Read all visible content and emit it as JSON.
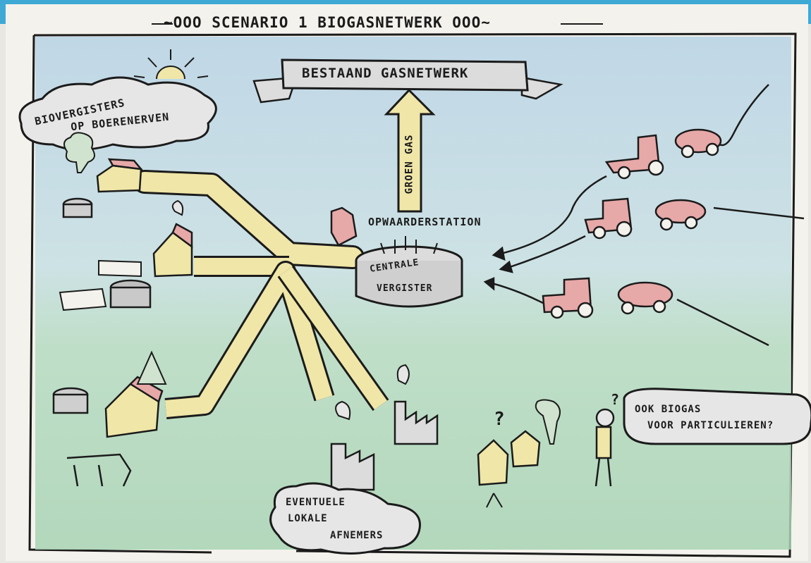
{
  "header": {
    "title": "~OOO SCENARIO 1   BIOGASNETWERK OOO~"
  },
  "labels": {
    "existing_network": "BESTAAND GASNETWERK",
    "green_gas": "GROEN GAS",
    "farm_digesters_line1": "BIOVERGISTERS",
    "farm_digesters_line2": "OP BOERENERVEN",
    "upgrade_station": "OPWAARDERSTATION",
    "central_digester_line1": "CENTRALE",
    "central_digester_line2": "VERGISTER",
    "consumers_line1": "EVENTUELE",
    "consumers_line2": "LOKALE",
    "consumers_line3": "AFNEMERS",
    "private_line1": "OOK BIOGAS",
    "private_line2": "VOOR PARTICULIEREN?",
    "question_mark": "?"
  },
  "colors": {
    "accent_bar": "#3fa9d6",
    "sky": "#b9d4e6",
    "grass": "#a8d4b5",
    "pipe": "#efe6a8",
    "roof": "#e7a8a8",
    "ink": "#1b1b1b"
  }
}
